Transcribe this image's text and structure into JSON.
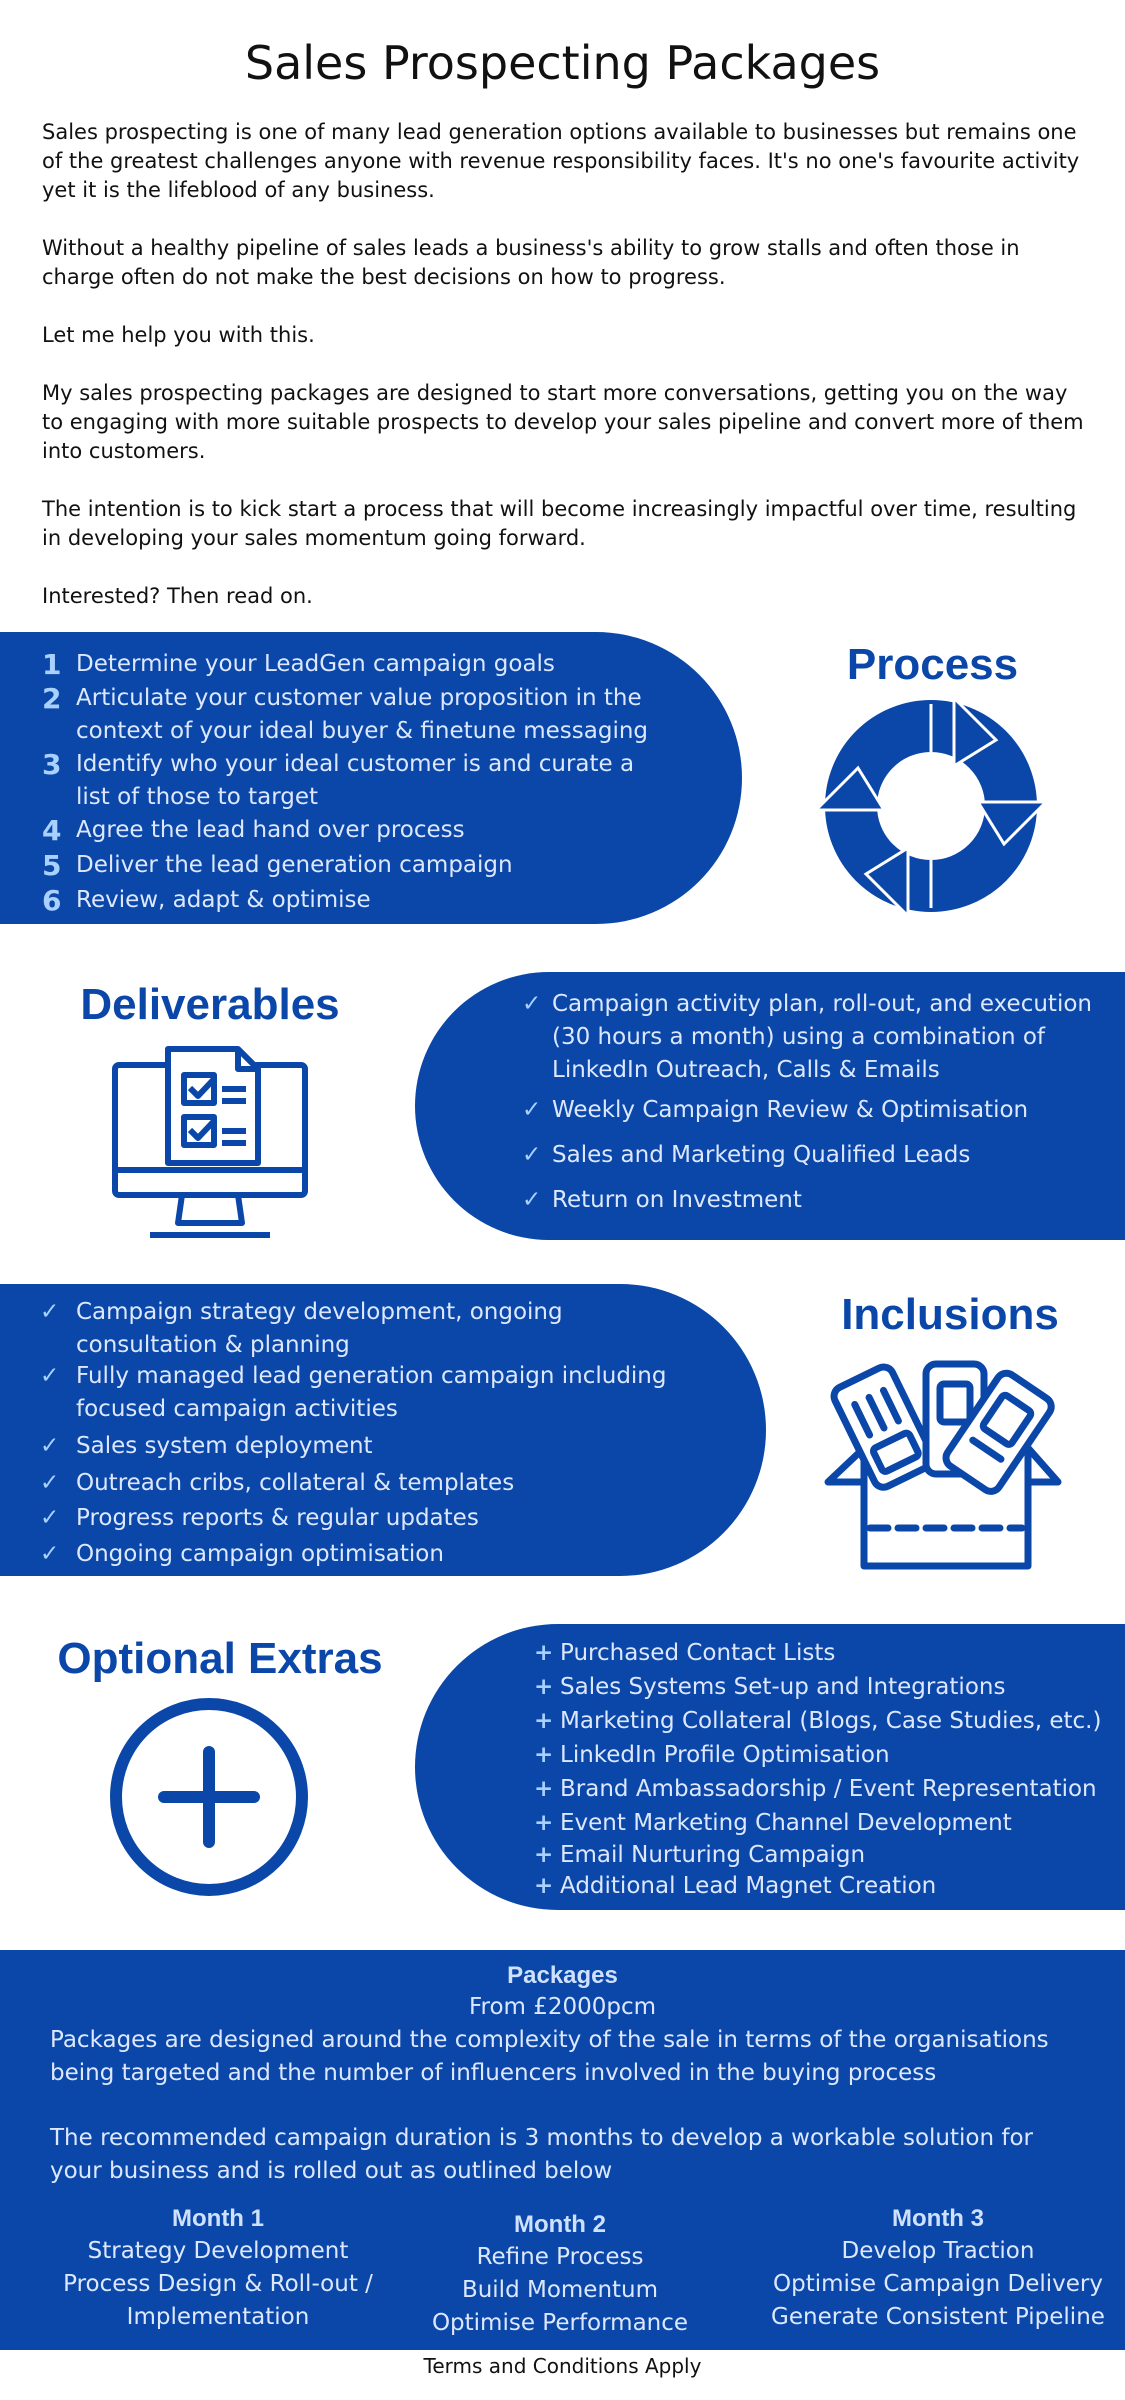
{
  "title": "Sales Prospecting Packages",
  "intro": [
    "Sales prospecting is one of many lead generation options available to businesses but remains one of the greatest challenges anyone with revenue responsibility faces. It's no one's favourite activity yet it is the lifeblood of any business.",
    "Without a healthy pipeline of sales leads a business's ability to grow stalls and often those in charge often do not make the best decisions on how to progress.",
    "Let me help you with this.",
    "My sales prospecting packages are designed to start more conversations, getting you on the way to engaging with more suitable prospects to develop your sales pipeline and convert more of them into customers.",
    "The intention is to kick start a process that will become increasingly impactful over time, resulting in developing your sales momentum going forward.",
    "Interested? Then read on."
  ],
  "process": {
    "heading": "Process",
    "icon": "cycle-arrows-icon",
    "steps": [
      {
        "num": "1",
        "text": "Determine your LeadGen campaign goals"
      },
      {
        "num": "2",
        "text": "Articulate your customer value proposition in the context of your ideal buyer & finetune messaging"
      },
      {
        "num": "3",
        "text": "Identify who your ideal customer is and curate a list of those to target"
      },
      {
        "num": "4",
        "text": "Agree the lead hand over process"
      },
      {
        "num": "5",
        "text": "Deliver the lead generation campaign"
      },
      {
        "num": "6",
        "text": "Review, adapt & optimise"
      }
    ]
  },
  "deliverables": {
    "heading": "Deliverables",
    "icon": "monitor-checklist-icon",
    "mark": "✓",
    "items": [
      "Campaign activity plan, roll-out, and execution (30 hours a month) using a combination of LinkedIn Outreach, Calls & Emails",
      "Weekly Campaign Review & Optimisation",
      "Sales and Marketing Qualified Leads",
      "Return on Investment"
    ]
  },
  "inclusions": {
    "heading": "Inclusions",
    "icon": "open-box-icon",
    "mark": "✓",
    "items": [
      "Campaign strategy development, ongoing consultation & planning",
      "Fully managed lead generation campaign including focused campaign activities",
      "Sales system deployment",
      "Outreach cribs, collateral & templates",
      "Progress reports & regular updates",
      "Ongoing campaign optimisation"
    ]
  },
  "extras": {
    "heading": "Optional Extras",
    "icon": "plus-circle-icon",
    "mark": "+",
    "items": [
      "Purchased Contact Lists",
      "Sales Systems Set-up and Integrations",
      "Marketing Collateral (Blogs, Case Studies, etc.)",
      "LinkedIn Profile Optimisation",
      "Brand Ambassadorship / Event Representation",
      "Event Marketing Channel Development",
      "Email Nurturing Campaign",
      "Additional Lead Magnet Creation"
    ]
  },
  "packages": {
    "title": "Packages",
    "price": "From £2000pcm",
    "desc1": "Packages are designed around the complexity of the sale in terms of the organisations being targeted and the number of influencers involved in the buying process",
    "desc2": "The recommended campaign duration is 3 months to develop a workable solution for your business and is rolled out as outlined below",
    "months": [
      {
        "name": "Month 1",
        "lines": [
          "Strategy Development",
          "Process Design & Roll-out /",
          "Implementation"
        ]
      },
      {
        "name": "Month 2",
        "lines": [
          "Refine Process",
          "Build Momentum",
          "Optimise Performance"
        ]
      },
      {
        "name": "Month 3",
        "lines": [
          "Develop Traction",
          "Optimise Campaign Delivery",
          "Generate Consistent Pipeline"
        ]
      }
    ]
  },
  "terms": "Terms and Conditions Apply",
  "colors": {
    "brand": "#0a47a9",
    "accent": "#a9d1ff"
  }
}
